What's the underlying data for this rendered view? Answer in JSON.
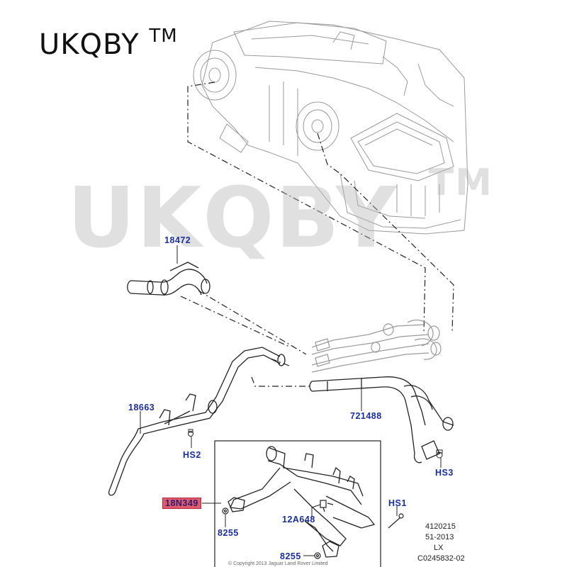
{
  "brand": {
    "name": "UKQBY",
    "tm": "TM"
  },
  "watermark": {
    "text": "UKQBY",
    "tm": "TM"
  },
  "callouts": {
    "p18472": "18472",
    "p18663": "18663",
    "p721488": "721488",
    "hs2": "HS2",
    "hs3": "HS3",
    "hs1": "HS1",
    "p18n349": "18N349",
    "p12a648": "12A648",
    "p8255a": "8255",
    "p8255b": "8255"
  },
  "reference": {
    "line1": "4120215",
    "line2": "51-2013",
    "line3": "LX",
    "line4": "C0245832-02"
  },
  "footer": {
    "copyright": "© Copyright 2013 Jaguar Land Rover Limited"
  },
  "colors": {
    "callout": "#1a2f9a",
    "highlight": "#e05a6e",
    "line": "#222222",
    "ghost": "#9a9a9a"
  }
}
